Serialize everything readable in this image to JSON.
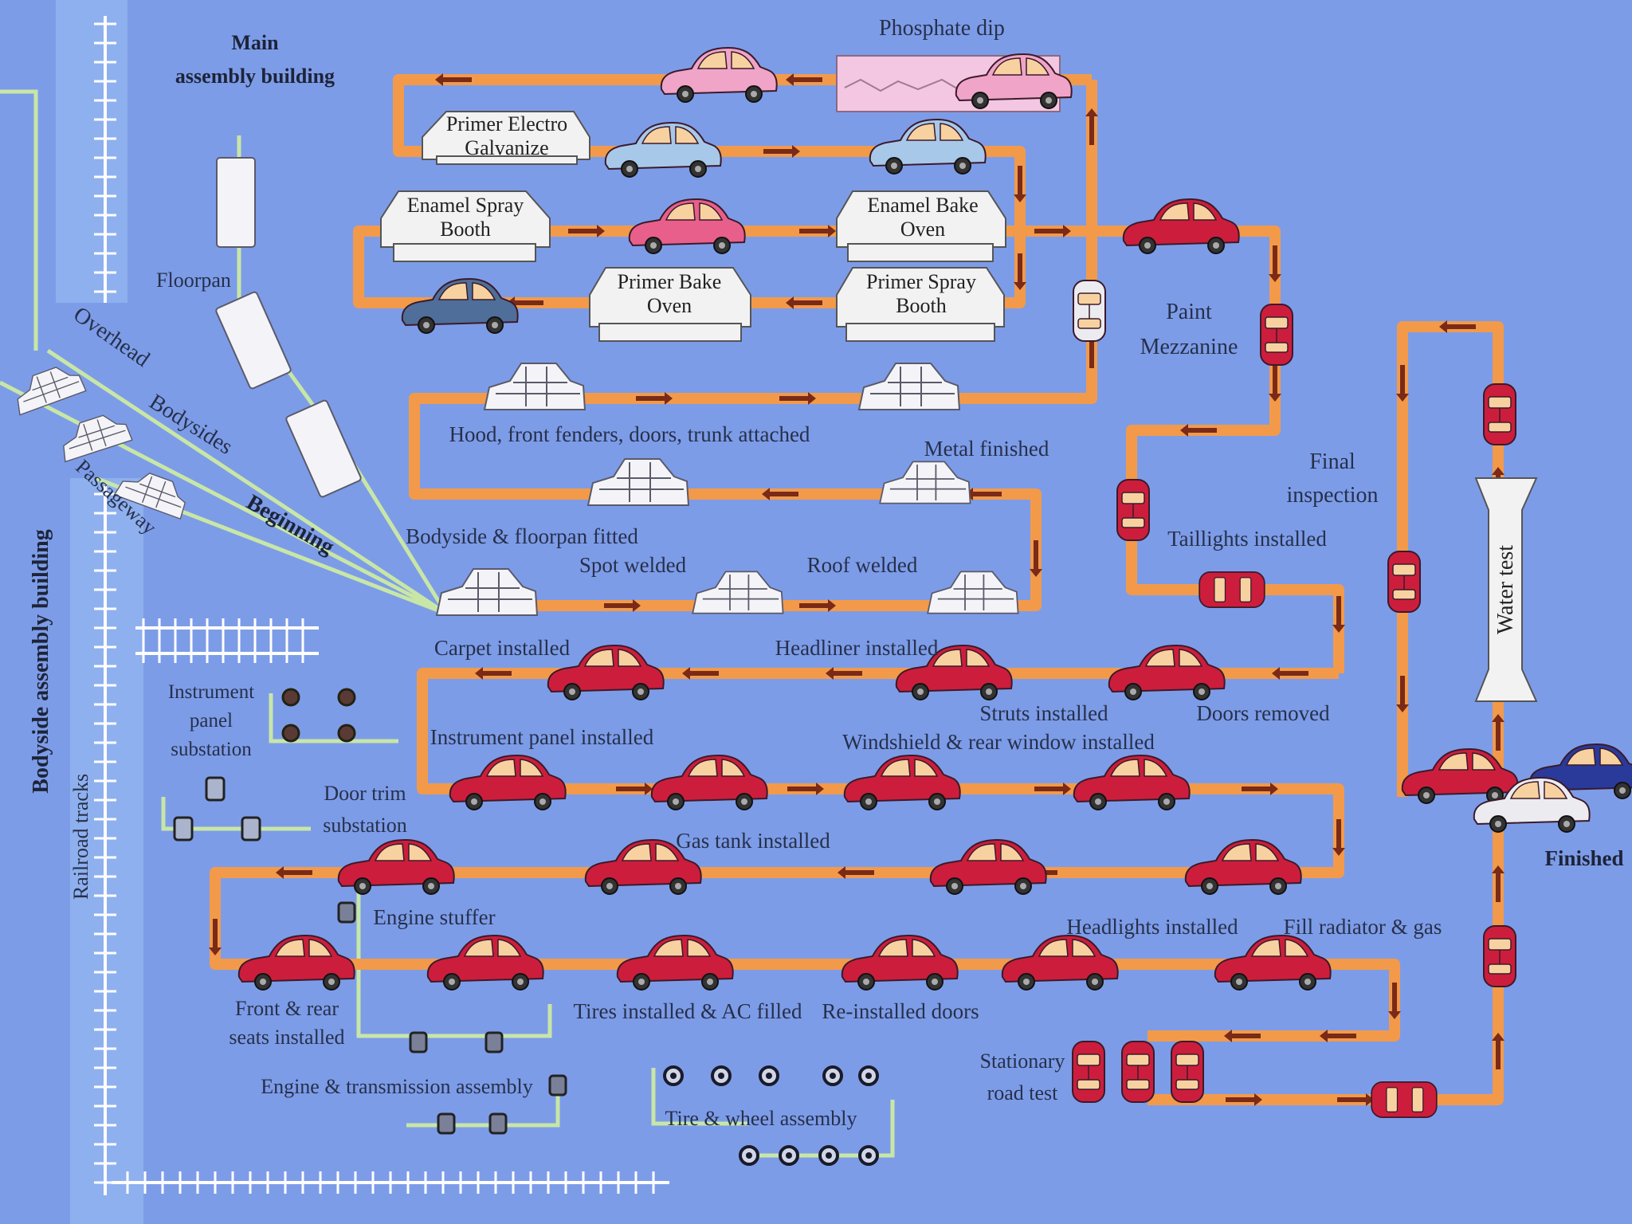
{
  "colors": {
    "background": "#7d9ce8",
    "floor_strip": "#8fb0ee",
    "conveyor": "#f29a4a",
    "arrow": "#7a2a16",
    "feed_line": "#c8e6a6",
    "car_red": "#cc1e3c",
    "car_pink": "#e85f8c",
    "car_light_pink": "#f0a4c8",
    "car_light_blue": "#a8c8ea",
    "car_steel_blue": "#4f6e9a",
    "car_white": "#ececf0",
    "car_navy": "#2a3a9a",
    "booth": "#f2f2f2",
    "phosphate_tank": "#f3c6e2"
  },
  "buildings": {
    "main": [
      "Main",
      "assembly building"
    ],
    "bodyside": "Bodyside assembly building",
    "railroad": "Railroad tracks"
  },
  "booths": {
    "primer_electro": [
      "Primer Electro",
      "Galvanize"
    ],
    "enamel_spray": [
      "Enamel Spray",
      "Booth"
    ],
    "enamel_bake": [
      "Enamel Bake",
      "Oven"
    ],
    "primer_bake": [
      "Primer Bake",
      "Oven"
    ],
    "primer_spray": [
      "Primer Spray",
      "Booth"
    ],
    "water_test": "Water test"
  },
  "labels": {
    "phosphate_dip": "Phosphate dip",
    "floorpan": "Floorpan",
    "overhead": "Overhead",
    "bodysides": "Bodysides",
    "passageway": "Passageway",
    "beginning": "Beginning",
    "paint_mezzanine": [
      "Paint",
      "Mezzanine"
    ],
    "final_inspection": [
      "Final",
      "inspection"
    ],
    "hood_attached": "Hood, front fenders, doors, trunk attached",
    "metal_finished": "Metal finished",
    "bodyside_floorpan": "Bodyside & floorpan fitted",
    "spot_welded": "Spot welded",
    "roof_welded": "Roof welded",
    "taillights": "Taillights installed",
    "carpet": "Carpet installed",
    "headliner": "Headliner installed",
    "instrument_substation": [
      "Instrument",
      "panel",
      "substation"
    ],
    "struts": "Struts installed",
    "doors_removed": "Doors removed",
    "instrument_installed": "Instrument panel installed",
    "windshield": "Windshield & rear window installed",
    "door_trim": [
      "Door trim",
      "substation"
    ],
    "gas_tank": "Gas tank installed",
    "engine_stuffer": "Engine stuffer",
    "headlights": "Headlights installed",
    "fill_radiator": "Fill radiator & gas",
    "seats": [
      "Front & rear",
      "seats installed"
    ],
    "tires_ac": "Tires installed & AC filled",
    "reinstalled_doors": "Re-installed doors",
    "stationary_road_test": [
      "Stationary",
      "road test"
    ],
    "engine_transmission": "Engine & transmission assembly",
    "tire_wheel": "Tire & wheel assembly",
    "finished": "Finished"
  }
}
